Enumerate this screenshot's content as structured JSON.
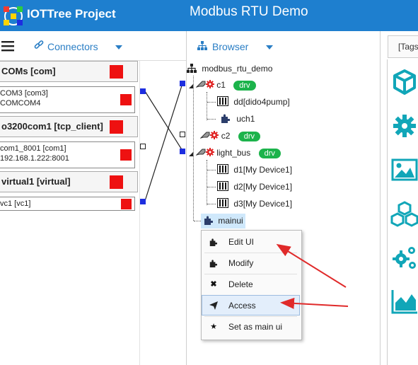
{
  "app": {
    "name": "IOTTree Project",
    "page_title": "Modbus RTU Demo"
  },
  "toolbar": {
    "connectors_label": "Connectors",
    "browser_label": "Browser",
    "tags_tab_partial": "[Tags"
  },
  "connectors": [
    {
      "header": "COMs [com]",
      "lines": [
        "COM3 [com3]",
        "COMCOM4"
      ]
    },
    {
      "header": "o3200com1 [tcp_client]",
      "lines": [
        "com1_8001 [com1]",
        "192.168.1.222:8001"
      ]
    },
    {
      "header": "virtual1 [virtual]",
      "lines": [
        "vc1 [vc1]"
      ]
    }
  ],
  "tree": {
    "root": "modbus_rtu_demo",
    "nodes": [
      {
        "label": "c1",
        "badge": "drv"
      },
      {
        "label": "dd[dido4pump]"
      },
      {
        "label": "uch1"
      },
      {
        "label": "c2",
        "badge": "drv"
      },
      {
        "label": "light_bus",
        "badge": "drv"
      },
      {
        "label": "d1[My Device1]"
      },
      {
        "label": "d2[My Device1]"
      },
      {
        "label": "d3[My Device1]"
      },
      {
        "label": "mainui"
      }
    ]
  },
  "context_menu": {
    "items": [
      {
        "label": "Edit UI",
        "icon": "puzzle-icon"
      },
      {
        "label": "Modify",
        "icon": "puzzle-icon"
      },
      {
        "label": "Delete",
        "icon": "close-icon"
      },
      {
        "label": "Access",
        "icon": "paper-plane-icon"
      },
      {
        "label": "Set as main ui",
        "icon": "star-icon"
      }
    ],
    "highlighted": "Access"
  },
  "colors": {
    "topbar": "#1e7fcf",
    "accent": "#2a7ec5",
    "badge": "#1cb34b",
    "port": "#1d2ee0",
    "status_red": "#ee1111",
    "annotation_arrow": "#e02a2a",
    "right_icon": "#11a6b8"
  }
}
